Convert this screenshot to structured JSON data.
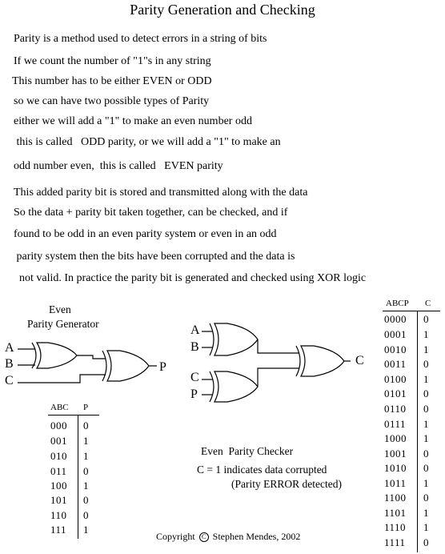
{
  "title": "Parity Generation and Checking",
  "paragraph": [
    "Parity is a method used to detect errors in a string of bits",
    "If we count the number of \"1\"s in any string",
    "This number has to be either EVEN or ODD",
    "so we can have two possible types of Parity",
    "either we will add a \"1\" to make an even number odd",
    " this is called   ODD parity, or we will add a \"1\" to make an",
    "odd number even,  this is called   EVEN parity",
    "This added parity bit is stored and transmitted along with the data",
    "So the data + parity bit taken together, can be checked, and if",
    "found to be odd in an even parity system or even in an odd",
    " parity system then the bits have been corrupted and the data is",
    "  not valid. In practice the parity bit is generated and checked using XOR logic"
  ],
  "generator": {
    "title_line1": "Even",
    "title_line2": "Parity Generator",
    "input_a": "A",
    "input_b": "B",
    "input_c": "C",
    "output": "P"
  },
  "checker": {
    "input_a": "A",
    "input_b": "B",
    "input_c": "C",
    "input_p": "P",
    "output": "C",
    "title": "Even  Parity Checker",
    "note_line1": "C = 1 indicates data corrupted",
    "note_line2": "(Parity ERROR detected)"
  },
  "generator_table": {
    "headers": [
      "ABC",
      "P"
    ],
    "rows": [
      [
        "000",
        "0"
      ],
      [
        "001",
        "1"
      ],
      [
        "010",
        "1"
      ],
      [
        "011",
        "0"
      ],
      [
        "100",
        "1"
      ],
      [
        "101",
        "0"
      ],
      [
        "110",
        "0"
      ],
      [
        "111",
        "1"
      ]
    ]
  },
  "checker_table": {
    "headers": [
      "ABCP",
      "C"
    ],
    "rows": [
      [
        "0000",
        "0"
      ],
      [
        "0001",
        "1"
      ],
      [
        "0010",
        "1"
      ],
      [
        "0011",
        "0"
      ],
      [
        "0100",
        "1"
      ],
      [
        "0101",
        "0"
      ],
      [
        "0110",
        "0"
      ],
      [
        "0111",
        "1"
      ],
      [
        "1000",
        "1"
      ],
      [
        "1001",
        "0"
      ],
      [
        "1010",
        "0"
      ],
      [
        "1011",
        "1"
      ],
      [
        "1100",
        "0"
      ],
      [
        "1101",
        "1"
      ],
      [
        "1110",
        "1"
      ],
      [
        "1111",
        "0"
      ]
    ]
  },
  "copyright": {
    "prefix": "Copyright",
    "symbol": "C",
    "text": "Stephen Mendes, 2002"
  }
}
